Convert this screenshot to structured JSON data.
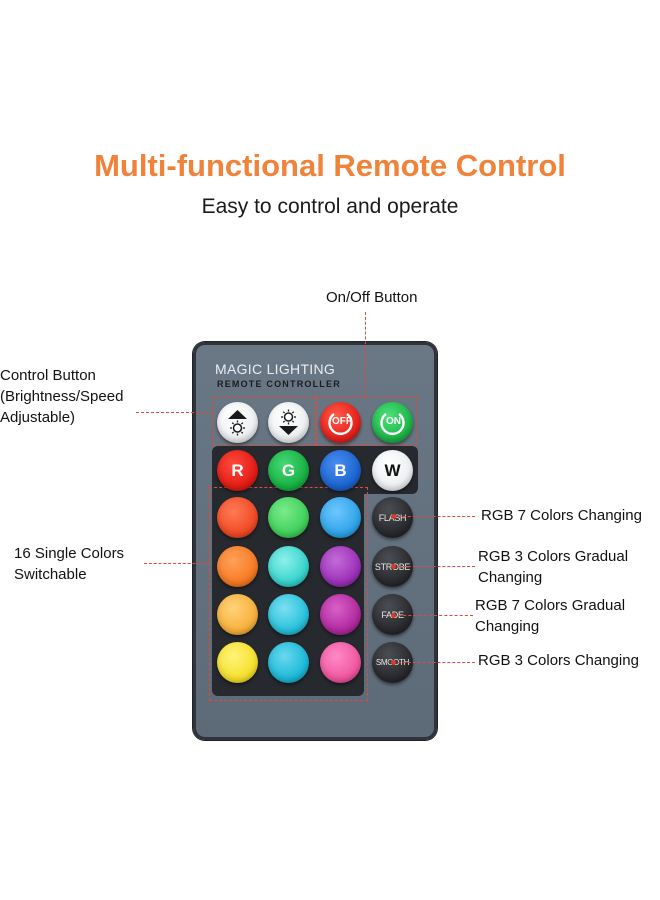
{
  "header": {
    "title": "Multi-functional Remote Control",
    "subtitle": "Easy to control and operate"
  },
  "remote": {
    "brand": "MAGIC LIGHTING",
    "model": "REMOTE CONTROLLER",
    "buttons": {
      "off": "OFF",
      "on": "ON",
      "r": "R",
      "g": "G",
      "b": "B",
      "w": "W",
      "flash": "FLASH",
      "strobe": "STROBE",
      "fade": "FADE",
      "smooth": "SMOOTH"
    }
  },
  "callouts": {
    "on_off": "On/Off Button",
    "control_1": "Control Button",
    "control_2": "(Brightness/Speed",
    "control_3": "Adjustable)",
    "single_1": "16 Single Colors",
    "single_2": "Switchable",
    "flash": "RGB 7 Colors Changing",
    "strobe_1": "RGB 3 Colors Gradual",
    "strobe_2": "Changing",
    "fade_1": "RGB 7 Colors Gradual",
    "fade_2": "Changing",
    "smooth": "RGB 3 Colors Changing"
  },
  "colors": {
    "title": "#f0823a",
    "callout_line": "#e04a3a",
    "remote_body": "#66737f",
    "red": "#e8231c",
    "green": "#1fb84a",
    "blue": "#1f6fd8"
  }
}
